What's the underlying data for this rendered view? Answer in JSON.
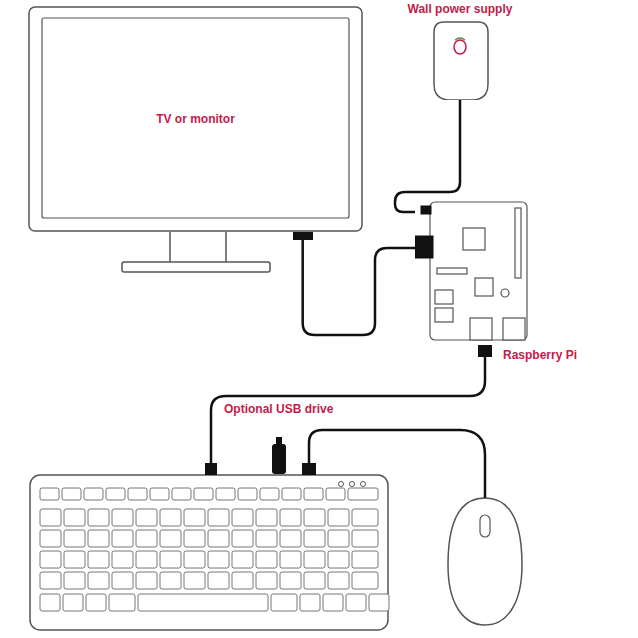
{
  "diagram": {
    "nodes": [
      {
        "text": [
          "TV or monitor"
        ]
      },
      {
        "text": [
          "Wall power supply"
        ]
      },
      {
        "text": [
          "Raspberry Pi"
        ]
      }
    ],
    "edges": [
      {
        "from": 1,
        "to": 2,
        "arrow": "none"
      },
      {
        "from": 0,
        "to": 2,
        "arrow": "none"
      }
    ],
    "labels": [
      "Optional USB drive"
    ]
  }
}
